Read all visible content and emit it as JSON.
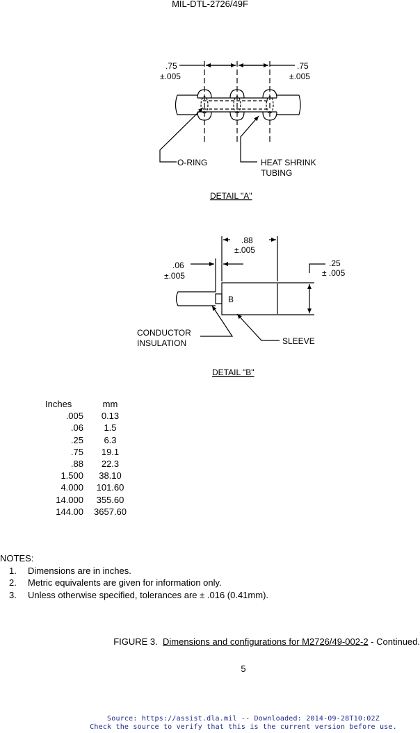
{
  "header": {
    "doc_id": "MIL-DTL-2726/49F"
  },
  "detail_a": {
    "dim_left": {
      "value": ".75",
      "tol": "±.005"
    },
    "dim_right": {
      "value": ".75",
      "tol": "±.005"
    },
    "label_oring": "O-RING",
    "label_heat_1": "HEAT SHRINK",
    "label_heat_2": "TUBING",
    "title": "DETAIL \"A\""
  },
  "detail_b": {
    "dim_top": {
      "value": ".88",
      "tol": "±.005"
    },
    "dim_left": {
      "value": ".06",
      "tol": "±.005"
    },
    "dim_right": {
      "value": ".25",
      "tol": "± .005"
    },
    "label_b": "B",
    "label_cond_1": "CONDUCTOR",
    "label_cond_2": "INSULATION",
    "label_sleeve": "SLEEVE",
    "title": "DETAIL \"B\""
  },
  "conversion": {
    "headers": {
      "inches": "Inches",
      "mm": "mm"
    },
    "rows": [
      {
        "in": ".005",
        "mm": "0.13"
      },
      {
        "in": ".06",
        "mm": "1.5"
      },
      {
        "in": ".25",
        "mm": "6.3"
      },
      {
        "in": ".75",
        "mm": "19.1"
      },
      {
        "in": ".88",
        "mm": "22.3"
      },
      {
        "in": "1.500",
        "mm": "38.10"
      },
      {
        "in": "4.000",
        "mm": "101.60"
      },
      {
        "in": "14.000",
        "mm": "355.60"
      },
      {
        "in": "144.00",
        "mm": "3657.60"
      }
    ]
  },
  "notes": {
    "heading": "NOTES:",
    "items": [
      {
        "num": "1.",
        "text": "Dimensions are in inches."
      },
      {
        "num": "2.",
        "text": "Metric equivalents are given for information only."
      },
      {
        "num": "3.",
        "text": "Unless otherwise specified, tolerances are ± .016 (0.41mm)."
      }
    ]
  },
  "caption": {
    "prefix": "FIGURE 3.  ",
    "underlined": "Dimensions and configurations for M2726/49-002-2",
    "suffix": " - Continued."
  },
  "page_number": "5",
  "footer": {
    "line1": "Source: https://assist.dla.mil -- Downloaded: 2014-09-28T10:02Z",
    "line2": "Check the source to verify that this is the current version before use."
  }
}
